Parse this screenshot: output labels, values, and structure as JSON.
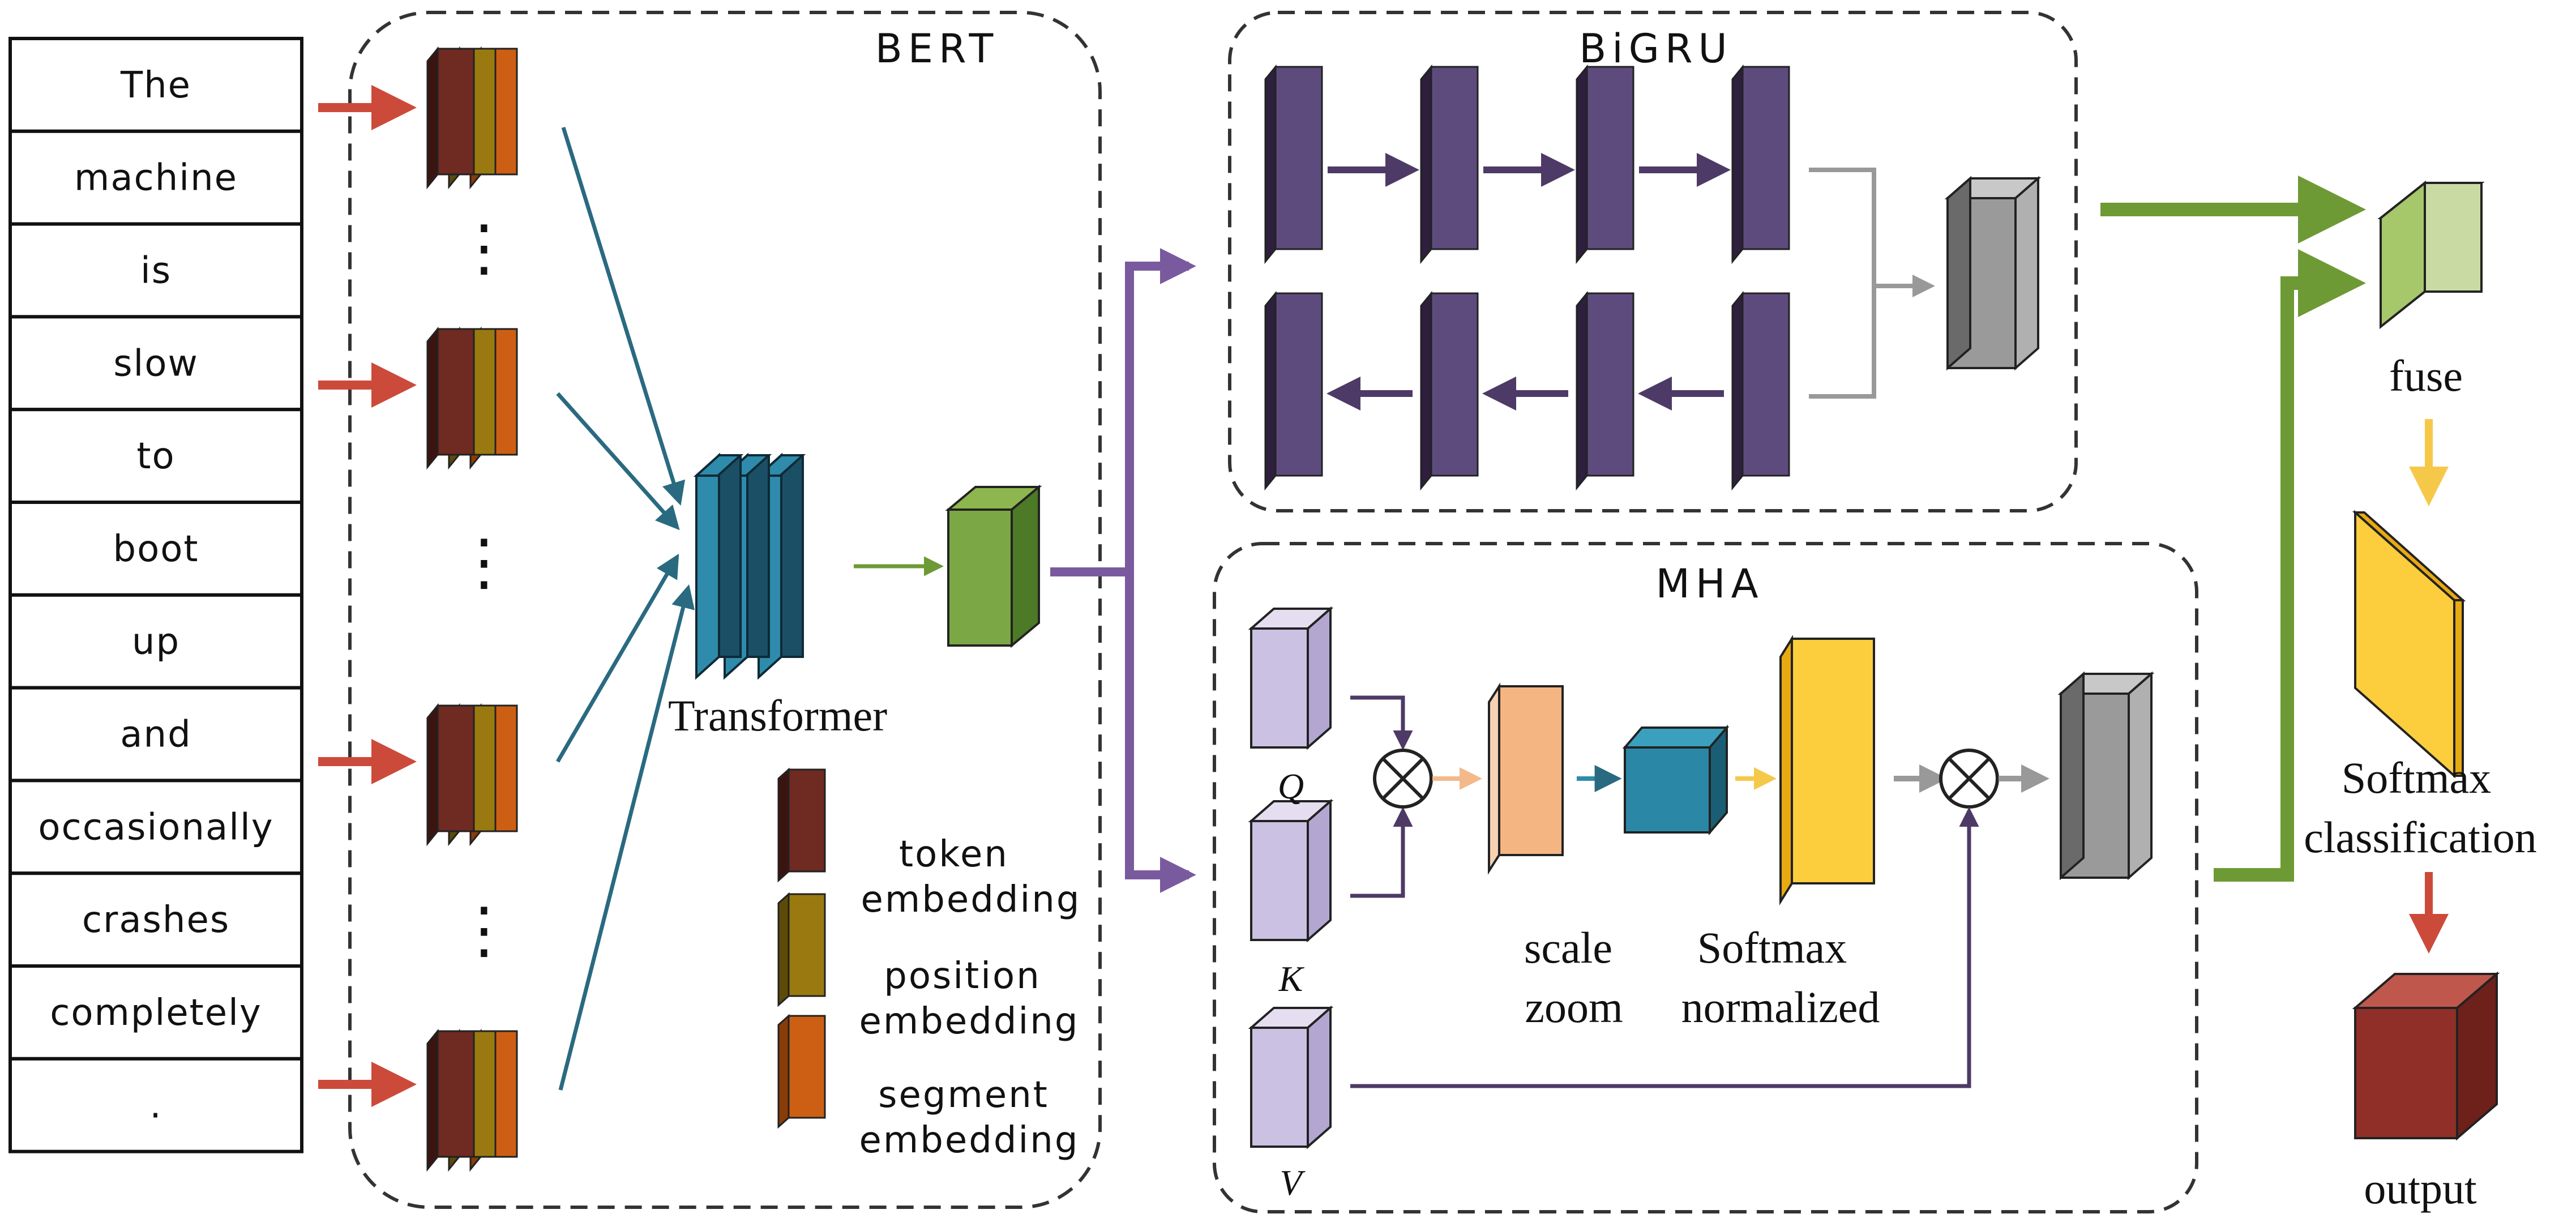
{
  "tokens": [
    "The",
    "machine",
    "is",
    "slow",
    "to",
    "boot",
    "up",
    "and",
    "occasionally",
    "crashes",
    "completely",
    "."
  ],
  "bert": {
    "title": "BERT",
    "transformer_label": "Transformer",
    "ellipsis": "⋮"
  },
  "legend": [
    {
      "line1": "token",
      "line2": "embedding",
      "color": "#6f2a22"
    },
    {
      "line1": "position",
      "line2": "embedding",
      "color": "#9a7a10"
    },
    {
      "line1": "segment",
      "line2": "embedding",
      "color": "#cc5f14"
    }
  ],
  "bigru": {
    "title": "BiGRU"
  },
  "mha": {
    "title": "MHA",
    "q_label": "Q",
    "k_label": "K",
    "v_label": "V",
    "scale_line1": "scale",
    "scale_line2": "zoom",
    "softmax_line1": "Softmax",
    "softmax_line2": "normalized"
  },
  "right": {
    "fuse": "fuse",
    "classification_line1": "Softmax",
    "classification_line2": "classification",
    "output": "output"
  },
  "colors": {
    "arrow_red": "#cc4a3a",
    "arrow_teal": "#2a6a80",
    "arrow_green": "#6e9a35",
    "arrow_purple": "#7a5a9e",
    "arrow_dark_purple": "#4e3a66",
    "arrow_gray": "#999999",
    "arrow_yellow": "#f6c84a"
  }
}
